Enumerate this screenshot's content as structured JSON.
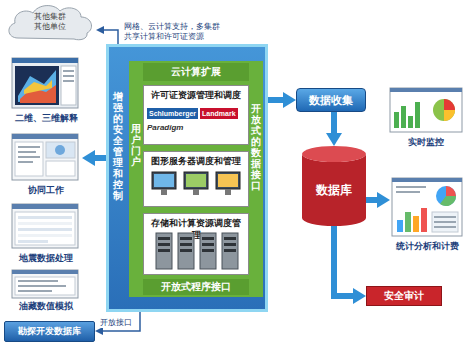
{
  "diagram": {
    "nodes": [
      {
        "text": [
          "其他集群 其他单位"
        ]
      },
      {
        "text": [
          "增强的安全管理和控制"
        ]
      },
      {
        "text": [
          "用户门户",
          "开放式的数据接口"
        ],
        "in": 1
      },
      {
        "text": [
          "云计算扩展"
        ],
        "in": 2
      },
      {
        "text": [
          "许可证资源管理和调度",
          "Schlumberger",
          "Landmark",
          "Paradigm"
        ],
        "in": 2
      },
      {
        "text": [
          "图形服务器调度和管理"
        ],
        "in": 2
      },
      {
        "text": [
          "存储和计算资源调度管理"
        ],
        "in": 2
      },
      {
        "text": [
          "开放式程序接口"
        ],
        "in": 2
      },
      {
        "text": [
          "二维、三维解释"
        ]
      },
      {
        "text": [
          "协同工作"
        ]
      },
      {
        "text": [
          "地震数据处理"
        ]
      },
      {
        "text": [
          "油藏数值模拟"
        ]
      },
      {
        "text": [
          "勘探开发数据库"
        ]
      },
      {
        "text": [
          "数据收集"
        ]
      },
      {
        "text": [
          "实时监控"
        ]
      },
      {
        "text": [
          "数据库"
        ]
      },
      {
        "text": [
          "统计分析和计费"
        ]
      },
      {
        "text": [
          "安全审计"
        ]
      }
    ],
    "edges": [
      {
        "from": 1,
        "to": 0,
        "label": "网格、云计算支持，多集群共享计算和许可证资源",
        "arrow": "to"
      },
      {
        "from": 1,
        "to": 9,
        "arrow": "to"
      },
      {
        "from": 1,
        "to": 12,
        "label": "开放接口",
        "arrow": "to"
      },
      {
        "from": 1,
        "to": 13,
        "arrow": "to"
      },
      {
        "from": 13,
        "to": 15,
        "arrow": "to"
      },
      {
        "from": 15,
        "to": 16,
        "arrow": "to"
      },
      {
        "from": 15,
        "to": 17,
        "arrow": "to"
      }
    ]
  }
}
